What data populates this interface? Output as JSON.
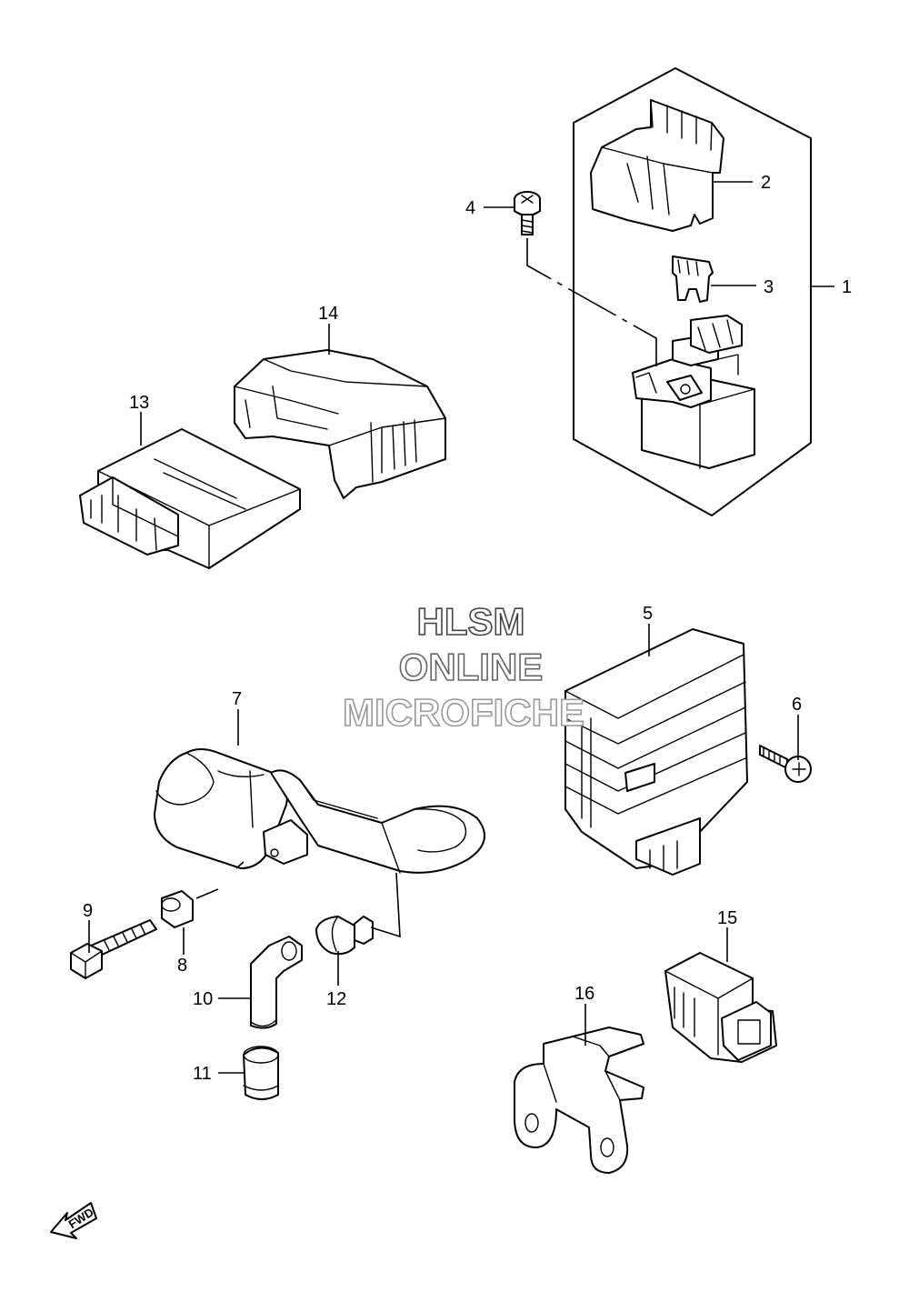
{
  "watermark": {
    "line1": "HLSM",
    "line2": "ONLINE",
    "line3": "MICROFICHE"
  },
  "orientation_label": "FWD",
  "callouts": [
    "1",
    "2",
    "3",
    "4",
    "5",
    "6",
    "7",
    "8",
    "9",
    "10",
    "11",
    "12",
    "13",
    "14",
    "15",
    "16"
  ],
  "colors": {
    "line": "#000000",
    "background": "#ffffff",
    "watermark_1": "#444444",
    "watermark_2": "#666666",
    "watermark_3": "#999999"
  }
}
